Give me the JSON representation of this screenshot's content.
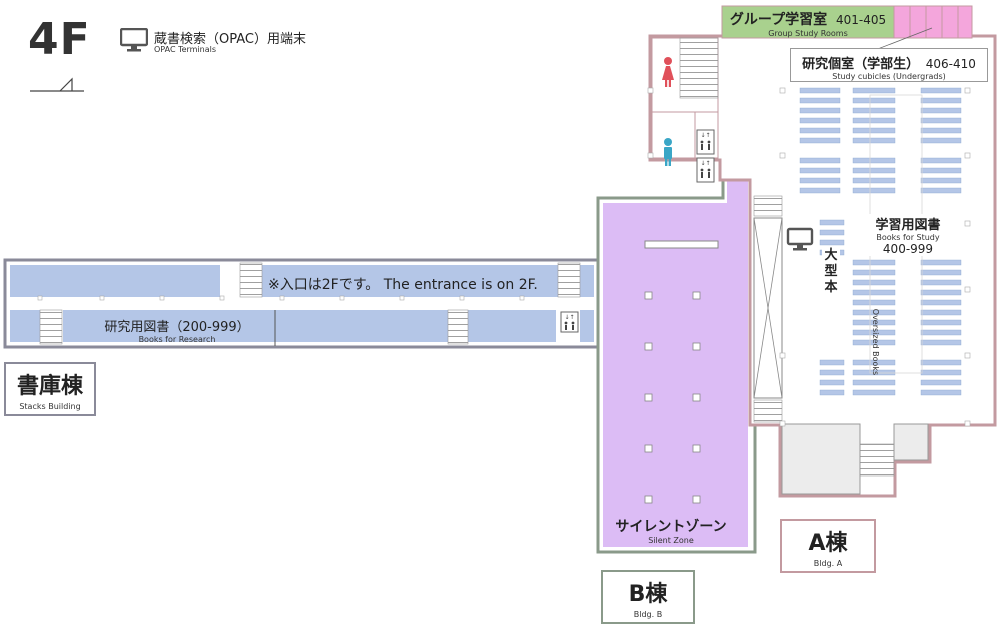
{
  "floor": "4F",
  "legend": {
    "opac_ja": "蔵書検索（OPAC）用端末",
    "opac_en": "OPAC Terminals"
  },
  "stacks": {
    "entrance_note": "※入口は2Fです。 The entrance is on 2F.",
    "research_ja": "研究用図書（200-999）",
    "research_en": "Books for Research",
    "building_ja": "書庫棟",
    "building_en": "Stacks Building"
  },
  "bldg_a": {
    "group_ja": "グループ学習室",
    "group_num": "401-405",
    "group_en": "Group Study Rooms",
    "cubicles_ja": "研究個室（学部生）",
    "cubicles_num": "406-410",
    "cubicles_en": "Study cubicles (Undergrads)",
    "study_ja": "学習用図書",
    "study_en": "Books for Study",
    "study_num": "400-999",
    "oversized_ja": "大型本",
    "oversized_en": "Oversized Books",
    "building_ja": "A棟",
    "building_en": "Bldg. A"
  },
  "bldg_b": {
    "silent_ja": "サイレントゾーン",
    "silent_en": "Silent Zone",
    "building_ja": "B棟",
    "building_en": "Bldg. B"
  },
  "colors": {
    "shelf": "#b4c6e7",
    "stacks_border": "#8a8a99",
    "bldg_a_border": "#c39aa0",
    "bldg_b_border": "#8a9a8a",
    "silent_zone": "#dcbcf5",
    "group_rooms": "#a9d18e",
    "cubicles": "#f4a6dc",
    "female": "#e0505a",
    "male": "#3aa6c6"
  }
}
